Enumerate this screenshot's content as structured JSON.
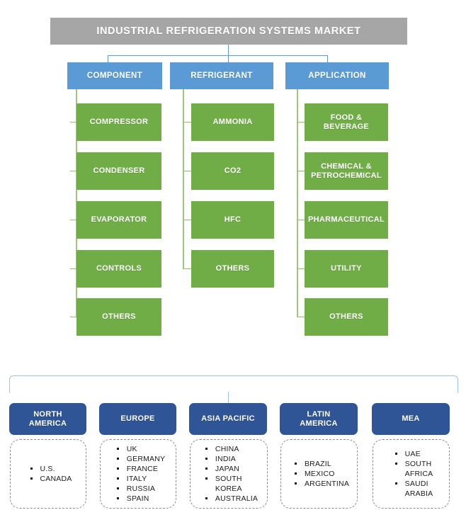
{
  "title": "INDUSTRIAL REFRIGERATION SYSTEMS MARKET",
  "colors": {
    "title_bar": "#A6A6A6",
    "category": "#5B9BD5",
    "item": "#70AD47",
    "region": "#2F5597",
    "connector_blue": "#9DC3E6",
    "connector_green": "#9CC97B"
  },
  "segmentation": {
    "categories": [
      {
        "id": "component",
        "label": "COMPONENT",
        "items": [
          {
            "label": "COMPRESSOR"
          },
          {
            "label": "CONDENSER"
          },
          {
            "label": "EVAPORATOR"
          },
          {
            "label": "CONTROLS"
          },
          {
            "label": "OTHERS"
          }
        ]
      },
      {
        "id": "refrigerant",
        "label": "REFRIGERANT",
        "items": [
          {
            "label": "AMMONIA"
          },
          {
            "label": "CO2"
          },
          {
            "label": "HFC"
          },
          {
            "label": "OTHERS"
          }
        ]
      },
      {
        "id": "application",
        "label": "APPLICATION",
        "items": [
          {
            "label": "FOOD & BEVERAGE"
          },
          {
            "label": "CHEMICAL &\nPETROCHEMICAL"
          },
          {
            "label": "PHARMACEUTICAL"
          },
          {
            "label": "UTILITY"
          },
          {
            "label": "OTHERS"
          }
        ]
      }
    ]
  },
  "regions": [
    {
      "id": "north-america",
      "label": "NORTH\nAMERICA",
      "countries": [
        "U.S.",
        "CANADA"
      ]
    },
    {
      "id": "europe",
      "label": "EUROPE",
      "countries": [
        "UK",
        "GERMANY",
        "FRANCE",
        "ITALY",
        "RUSSIA",
        "SPAIN"
      ]
    },
    {
      "id": "asia-pacific",
      "label": "ASIA PACIFIC",
      "countries": [
        "CHINA",
        "INDIA",
        "JAPAN",
        "SOUTH\nKOREA",
        "AUSTRALIA"
      ]
    },
    {
      "id": "latin-america",
      "label": "LATIN\nAMERICA",
      "countries": [
        "BRAZIL",
        "MEXICO",
        "ARGENTINA"
      ]
    },
    {
      "id": "mea",
      "label": "MEA",
      "countries": [
        "UAE",
        "SOUTH\nAFRICA",
        "SAUDI\nARABIA"
      ]
    }
  ]
}
